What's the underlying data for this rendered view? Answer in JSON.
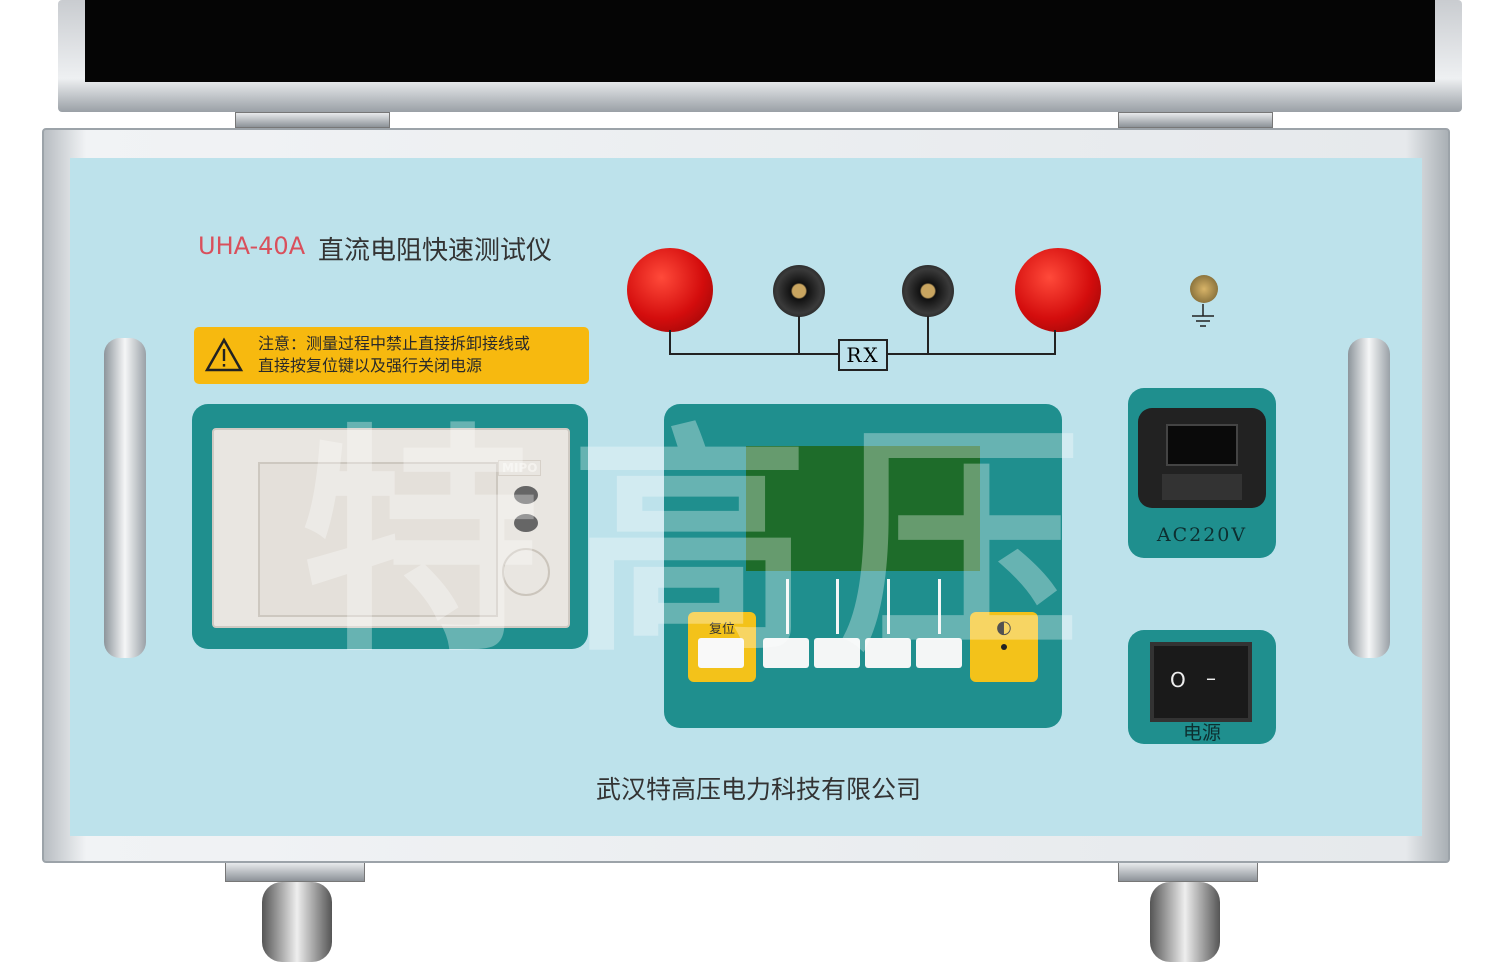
{
  "device": {
    "model": "UHA-40A",
    "title": "直流电阻快速测试仪",
    "warning": {
      "line1": "注意：测量过程中禁止直接拆卸接线或",
      "line2": "直接按复位键以及强行关闭电源"
    },
    "rx_label": "RX",
    "reset_label": "复位",
    "contrast_icon": "◐",
    "ac_label": "AC220V",
    "power_label": "电源",
    "switch_marks": {
      "off": "O",
      "on": "–"
    },
    "company": "武汉特高压电力科技有限公司",
    "printer_brand": "MIPO",
    "watermark": "特高压"
  },
  "colors": {
    "panel": "#bde2eb",
    "teal": "#1f8f8e",
    "warning": "#f7b90f",
    "model_red": "#d9505c",
    "lcd": "#1e6c2a"
  }
}
